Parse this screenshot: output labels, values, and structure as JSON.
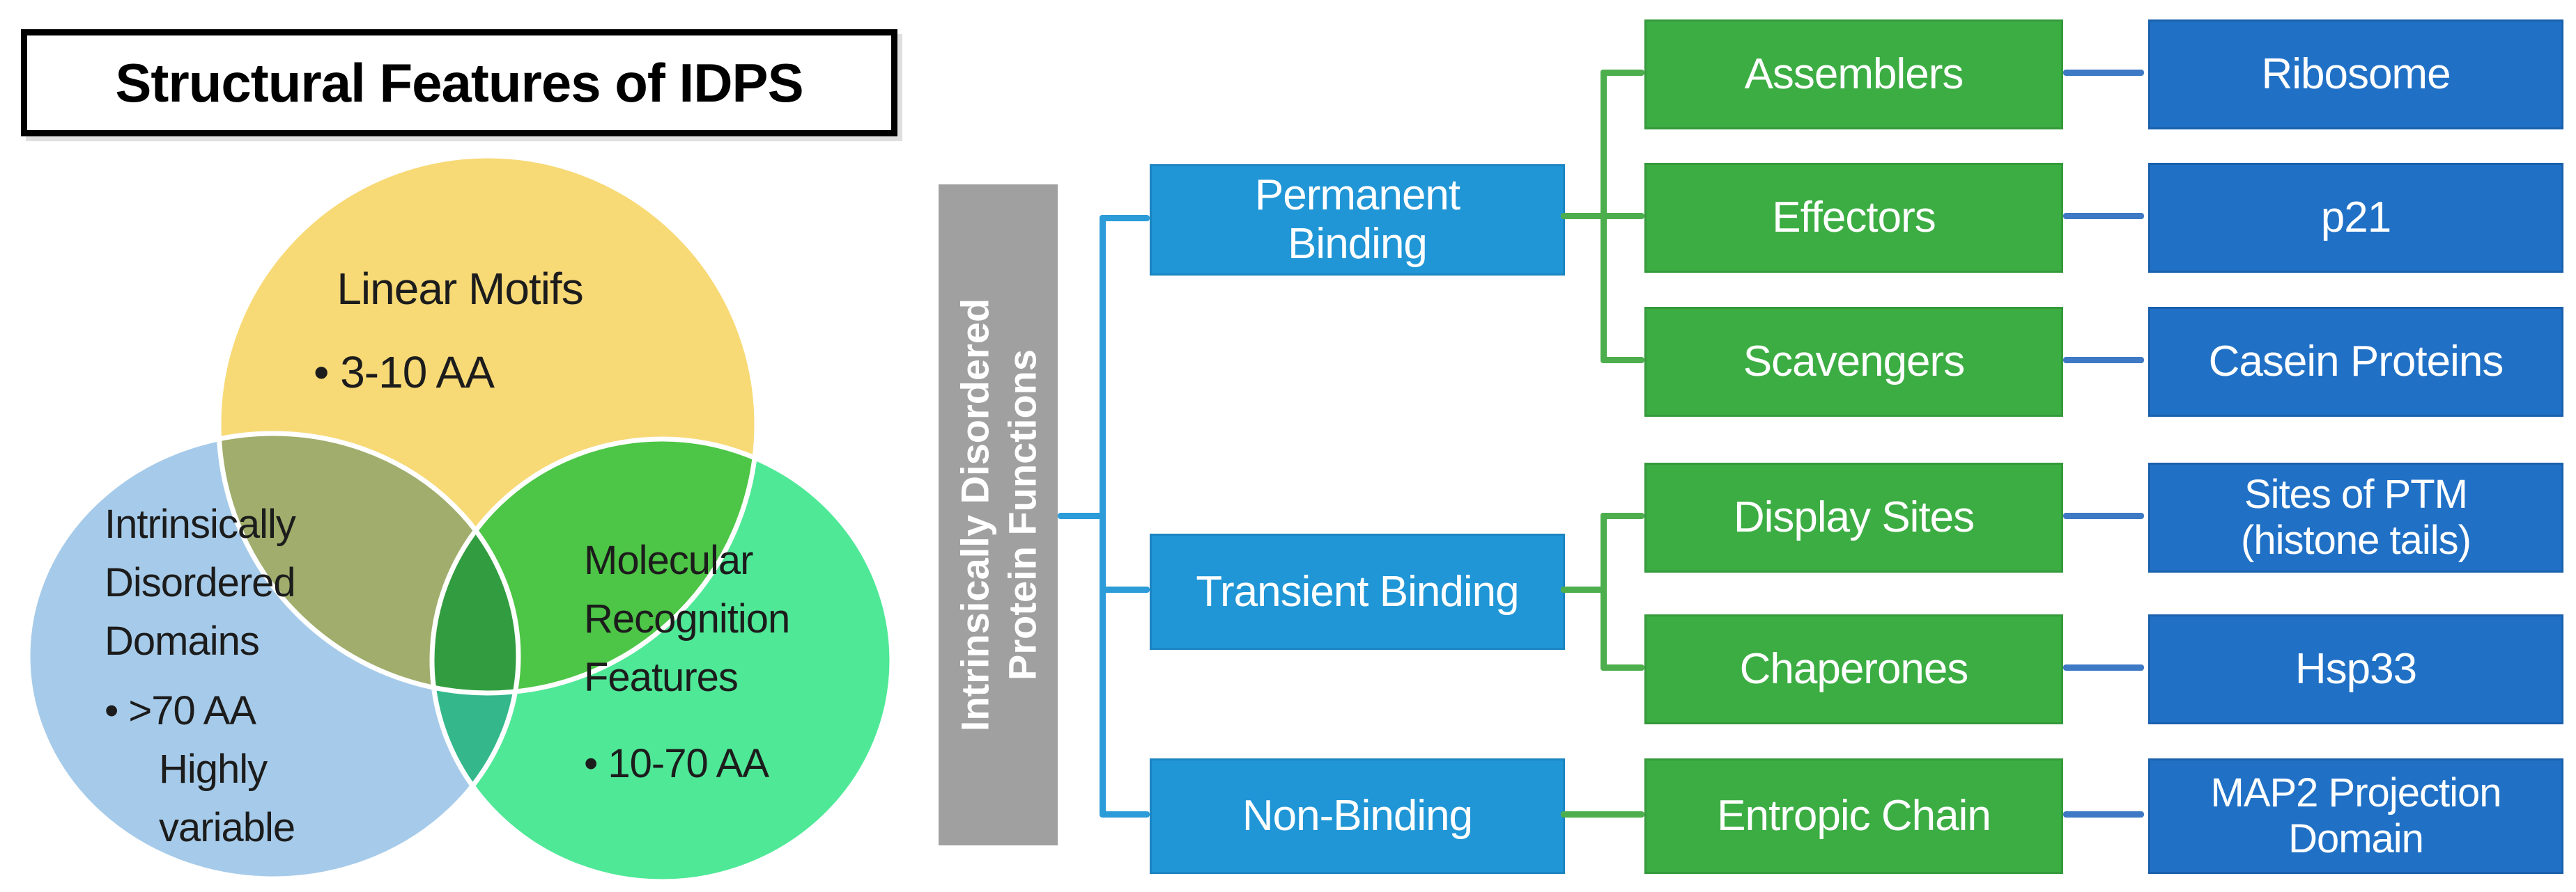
{
  "left_panel": {
    "title": "Structural Features of IDPS",
    "venn": {
      "yellow": {
        "label": "Linear Motifs",
        "bullet": "• 3-10 AA",
        "color": "#F7D976"
      },
      "blue": {
        "lines": [
          "Intrinsically",
          "Disordered",
          "Domains"
        ],
        "bullet": "• >70 AA",
        "bullet_continuation": [
          "Highly",
          "variable"
        ],
        "color": "#A6CBEA"
      },
      "green": {
        "lines": [
          "Molecular",
          "Recognition",
          "Features"
        ],
        "bullet": "• 10-70 AA",
        "color": "#4FE897"
      }
    }
  },
  "right_panel": {
    "root": {
      "line1": "Intrinsically Disordered",
      "line2": "Protein Functions",
      "color": "#A0A0A0"
    },
    "branches": [
      {
        "label": "Permanent Binding",
        "lines": [
          "Permanent",
          "Binding"
        ],
        "children": [
          {
            "function": "Assemblers",
            "example": "Ribosome"
          },
          {
            "function": "Effectors",
            "example": "p21"
          },
          {
            "function": "Scavengers",
            "example": "Casein Proteins"
          }
        ]
      },
      {
        "label": "Transient Binding",
        "children": [
          {
            "function": "Display Sites",
            "example_lines": [
              "Sites of PTM",
              "(histone tails)"
            ]
          },
          {
            "function": "Chaperones",
            "example": "Hsp33"
          }
        ]
      },
      {
        "label": "Non-Binding",
        "children": [
          {
            "function": "Entropic Chain",
            "example_lines": [
              "MAP2 Projection",
              "Domain"
            ]
          }
        ]
      }
    ],
    "colors": {
      "branch_blue": "#2096D6",
      "function_green": "#3CAD43",
      "example_blue": "#2071C6",
      "connector_blue": "#2B9CD8",
      "connector_green": "#4CAE4C",
      "connector_steel": "#3D79C4",
      "root_gray": "#A0A0A0"
    }
  }
}
